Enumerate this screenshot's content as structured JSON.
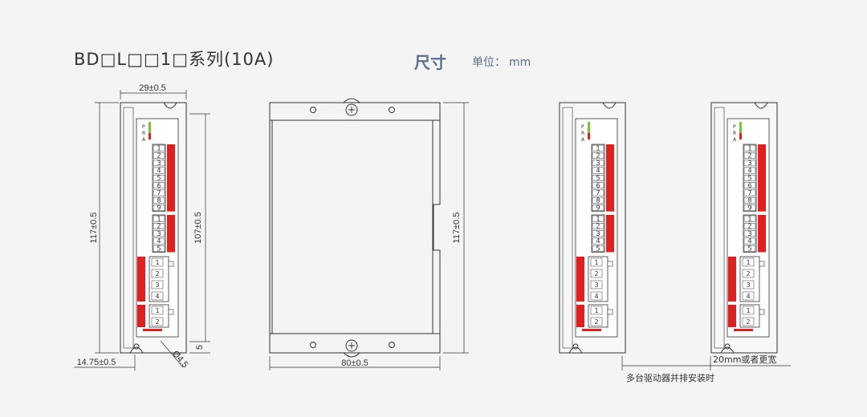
{
  "title": "BD□L□□1□系列(10A)",
  "size_heading": "尺寸",
  "unit": {
    "label": "单位：",
    "value": "mm"
  },
  "dimensions": {
    "width_top": "29±0.5",
    "height_total": "117±0.5",
    "height_inner": "107±0.5",
    "gap": "5",
    "bottom_offset": "14.75±0.5",
    "hole": "Ø4.5",
    "side_width": "80±0.5",
    "side_height": "117±0.5"
  },
  "notes": {
    "spacing": "20mm或者更宽",
    "parallel": "多台驱动器并排安装时"
  },
  "led_labels": [
    "P",
    "R",
    "A"
  ],
  "terminal_numbers": {
    "block1": [
      "1",
      "2",
      "3",
      "4",
      "5",
      "6",
      "7",
      "8",
      "9"
    ],
    "block2": [
      "1",
      "2",
      "3",
      "4",
      "5"
    ],
    "block3": [
      "1",
      "2",
      "3",
      "4"
    ],
    "block4": [
      "1",
      "2"
    ]
  },
  "colors": {
    "accent": "#e02020",
    "heading": "#5a6f8c",
    "line": "#333333"
  }
}
